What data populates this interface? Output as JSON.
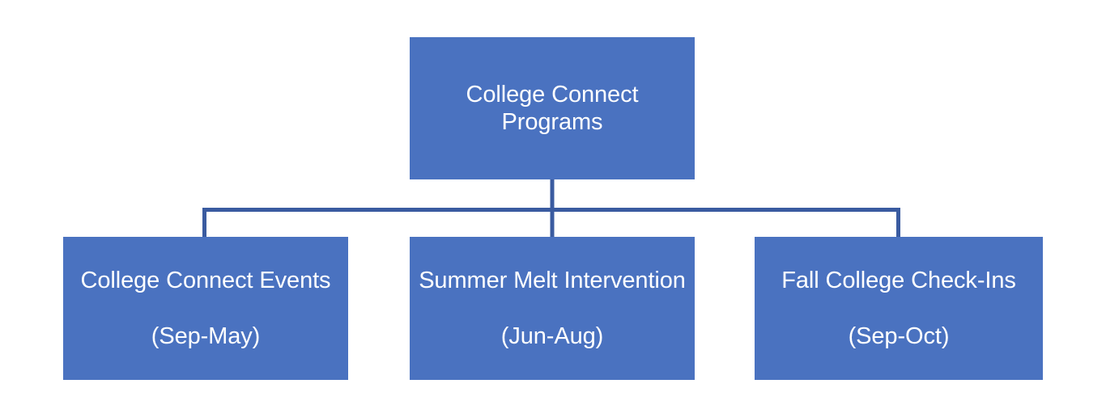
{
  "diagram": {
    "type": "organizational-hierarchy",
    "title": "College Connect Programs",
    "orientation": "top-down",
    "colors": {
      "node_fill": "#4A72C0",
      "node_text": "#FFFFFF",
      "connector": "#3A5BA0",
      "background": "#FFFFFF"
    },
    "root": {
      "id": "root",
      "label": "College Connect Programs",
      "period": ""
    },
    "children": [
      {
        "id": "college-connect-events",
        "label": "College Connect Events",
        "period": "(Sep-May)"
      },
      {
        "id": "summer-melt-intervention",
        "label": "Summer Melt Intervention",
        "period": "(Jun-Aug)"
      },
      {
        "id": "fall-college-check-ins",
        "label": "Fall College Check-Ins",
        "period": "(Sep-Oct)"
      }
    ],
    "connectors": [
      {
        "id": "root-stem",
        "from": "root",
        "to": "bus"
      },
      {
        "id": "bus",
        "from": "root-stem",
        "to": "all-children"
      },
      {
        "id": "drop-left",
        "from": "bus",
        "to": "college-connect-events"
      },
      {
        "id": "drop-center",
        "from": "bus",
        "to": "summer-melt-intervention"
      },
      {
        "id": "drop-right",
        "from": "bus",
        "to": "fall-college-check-ins"
      }
    ]
  }
}
